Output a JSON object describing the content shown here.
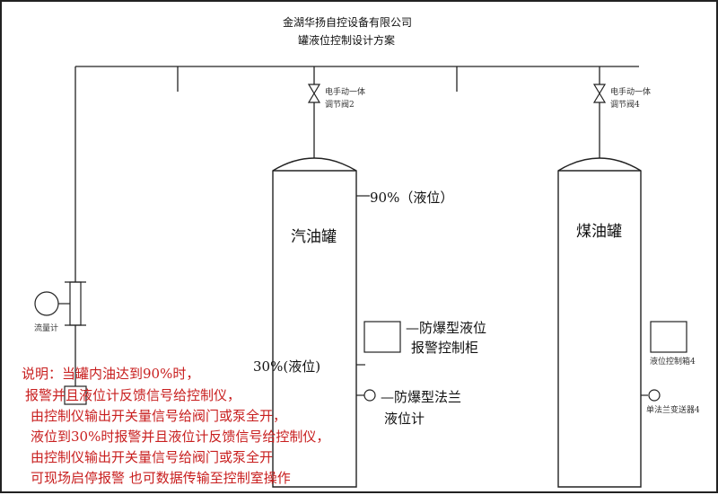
{
  "title": {
    "line1": "金湖华扬自控设备有限公司",
    "line2": "罐液位控制设计方案"
  },
  "valves": {
    "v2_line1": "电手动一体",
    "v2_line2": "调节阀2",
    "v4_line1": "电手动一体",
    "v4_line2": "调节阀4"
  },
  "tanks": {
    "gasoline": "汽油罐",
    "kerosene": "煤油罐"
  },
  "levels": {
    "high": "90%（液位）",
    "low": "30%(液位)"
  },
  "devices": {
    "flowmeter": "流量计",
    "alarm_cabinet_line1": "—防爆型液位",
    "alarm_cabinet_line2": "报警控制柜",
    "flange_line1": "—防爆型法兰",
    "flange_line2": "液位计",
    "level_control_box": "液位控制箱4",
    "flange_transmitter": "单法兰变送器4"
  },
  "notes": [
    "说明：当罐内油达到90%时，",
    "报警并且液位计反馈信号给控制仪，",
    "由控制仪输出开关量信号给阀门或泵全开，",
    "液位到30%时报警并且液位计反馈信号给控制仪，",
    "由控制仪输出开关量信号给阀门或泵全开",
    "可现场启停报警  也可数据传输至控制室操作"
  ],
  "colors": {
    "line": "#222222",
    "note": "#c81e1e"
  }
}
